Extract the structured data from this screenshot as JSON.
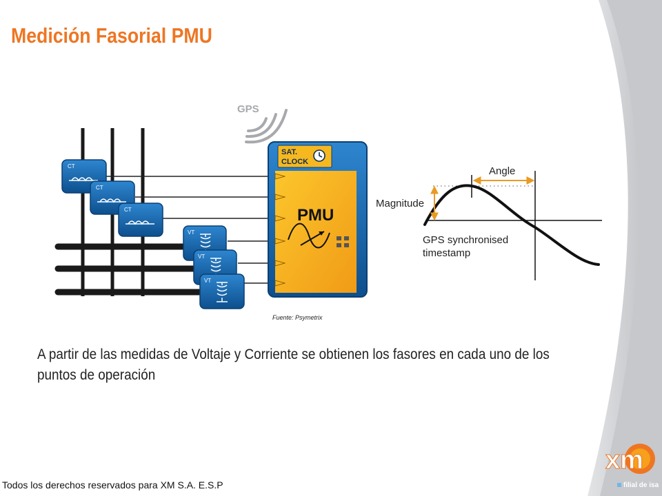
{
  "slide": {
    "title": "Medición Fasorial PMU",
    "body_text": "A partir de las medidas de Voltaje y Corriente se obtienen los fasores en cada uno de los puntos de operación",
    "figure_source": "Fuente: Psymetrix",
    "footer": "Todos los derechos reservados para XM S.A. E.S.P"
  },
  "figure": {
    "gps_label": "GPS",
    "clock_label_line1": "SAT.",
    "clock_label_line2": "CLOCK",
    "pmu_label": "PMU",
    "ct_label": "CT",
    "vt_label": "VT",
    "angle_label": "Angle",
    "magnitude_label": "Magnitude",
    "gps_sync_line1": "GPS synchronised",
    "gps_sync_line2": "timestamp"
  },
  "branding": {
    "logo_text": "xm",
    "tagline": "filial de isa",
    "accent_color": "#ee7623",
    "pmu_blue": "#1464a6",
    "pmu_yellow": "#f5b51c"
  }
}
